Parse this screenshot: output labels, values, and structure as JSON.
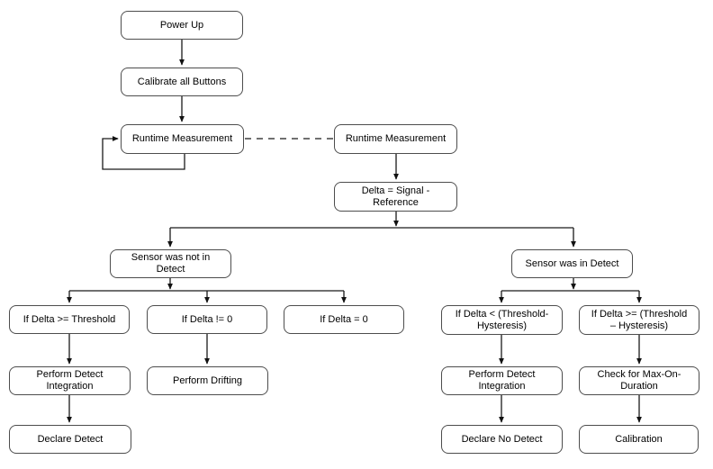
{
  "diagram_type": "flowchart",
  "colors": {
    "box_fill": "#ffffff",
    "box_border": "#4d4d4d",
    "connector": "#1a1a1a",
    "text": "#000000"
  },
  "nodes": [
    {
      "id": "power-up",
      "label": "Power Up"
    },
    {
      "id": "calibrate-all-buttons",
      "label": "Calibrate all Buttons"
    },
    {
      "id": "runtime-measurement-left",
      "label": "Runtime Measurement"
    },
    {
      "id": "runtime-measurement-right",
      "label": "Runtime Measurement"
    },
    {
      "id": "delta-equals-signal-reference",
      "label": "Delta = Signal -\nReference"
    },
    {
      "id": "sensor-was-not-in-detect",
      "label": "Sensor was not in\nDetect"
    },
    {
      "id": "sensor-was-in-detect",
      "label": "Sensor was in Detect"
    },
    {
      "id": "if-delta-ge-threshold",
      "label": "If Delta >= Threshold"
    },
    {
      "id": "if-delta-ne-0",
      "label": "If Delta != 0"
    },
    {
      "id": "if-delta-eq-0",
      "label": "If Delta = 0"
    },
    {
      "id": "if-delta-lt-threshold-hysteresis",
      "label": "If Delta < (Threshold-\nHysteresis)"
    },
    {
      "id": "if-delta-ge-threshold-hysteresis",
      "label": "If Delta >= (Threshold\n– Hysteresis)"
    },
    {
      "id": "perform-detect-integration-left",
      "label": "Perform Detect\nIntegration"
    },
    {
      "id": "perform-drifting",
      "label": "Perform Drifting"
    },
    {
      "id": "perform-detect-integration-right",
      "label": "Perform Detect\nIntegration"
    },
    {
      "id": "check-for-max-on-duration",
      "label": "Check for Max-On-\nDuration"
    },
    {
      "id": "declare-detect",
      "label": "Declare Detect"
    },
    {
      "id": "declare-no-detect",
      "label": "Declare No Detect"
    },
    {
      "id": "calibration",
      "label": "Calibration"
    }
  ]
}
